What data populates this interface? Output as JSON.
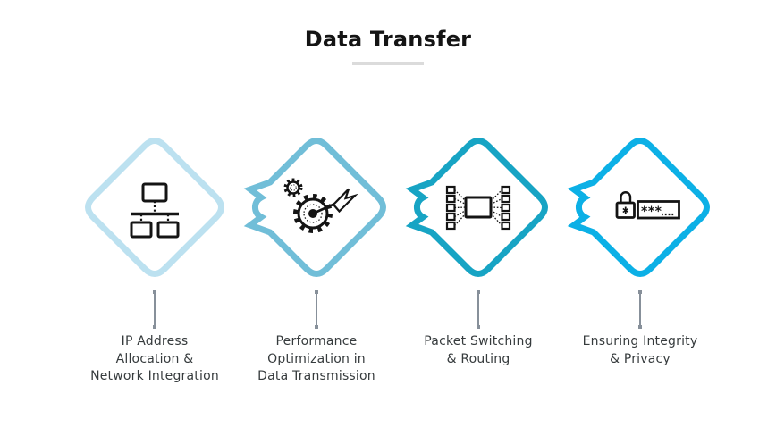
{
  "title": "Data Transfer",
  "steps": [
    {
      "label": "IP Address\nAllocation &\nNetwork Integration",
      "color": "#BCE1F0",
      "icon": "network-icon"
    },
    {
      "label": "Performance\nOptimization in\nData Transmission",
      "color": "#71BED8",
      "icon": "gear-target-icon"
    },
    {
      "label": "Packet Switching\n& Routing",
      "color": "#17A4C4",
      "icon": "chip-routing-icon"
    },
    {
      "label": "Ensuring Integrity\n& Privacy",
      "color": "#0CB0E6",
      "icon": "lock-password-icon"
    }
  ],
  "password_mask": "***"
}
